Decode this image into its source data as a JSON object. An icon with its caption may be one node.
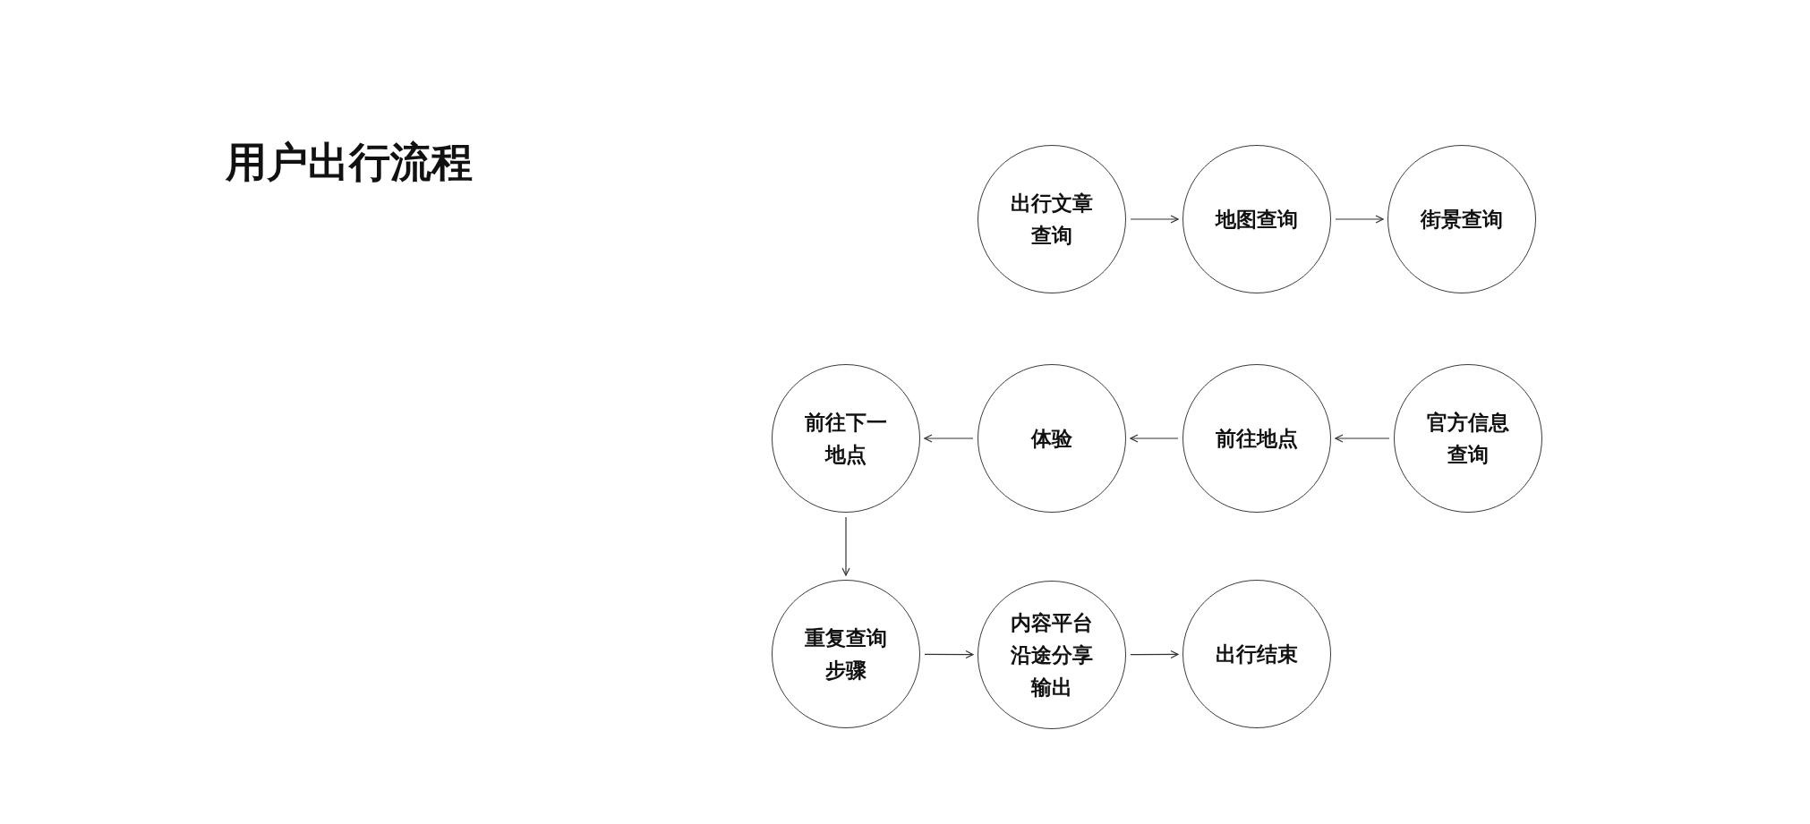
{
  "diagram": {
    "title": "用户出行流程",
    "nodes": [
      {
        "text": [
          "出行文章查询"
        ]
      },
      {
        "text": [
          "地图查询"
        ]
      },
      {
        "text": [
          "街景查询"
        ]
      },
      {
        "text": [
          "前往下一地点"
        ]
      },
      {
        "text": [
          "体验"
        ]
      },
      {
        "text": [
          "前往地点"
        ]
      },
      {
        "text": [
          "官方信息查询"
        ]
      },
      {
        "text": [
          "重复查询步骤"
        ]
      },
      {
        "text": [
          "内容平台沿途分享输出"
        ]
      },
      {
        "text": [
          "出行结束"
        ]
      }
    ],
    "edges": [
      {
        "from": 0,
        "to": 1,
        "arrow": "to"
      },
      {
        "from": 1,
        "to": 2,
        "arrow": "to"
      },
      {
        "from": 6,
        "to": 5,
        "arrow": "to"
      },
      {
        "from": 5,
        "to": 4,
        "arrow": "to"
      },
      {
        "from": 4,
        "to": 3,
        "arrow": "to"
      },
      {
        "from": 3,
        "to": 7,
        "arrow": "to"
      },
      {
        "from": 7,
        "to": 8,
        "arrow": "to"
      },
      {
        "from": 8,
        "to": 9,
        "arrow": "to"
      }
    ]
  }
}
